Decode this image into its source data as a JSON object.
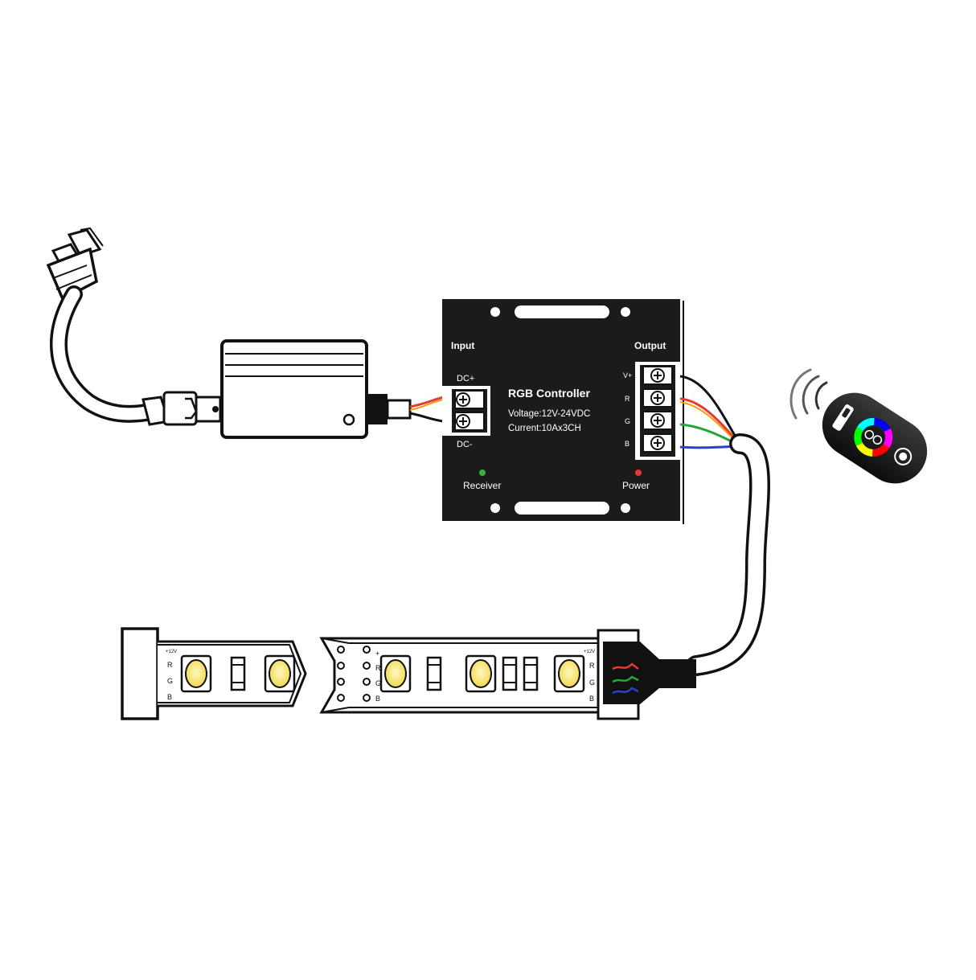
{
  "controller": {
    "title": "RGB Controller",
    "voltage": "Voltage:12V-24VDC",
    "current": "Current:10Ax3CH",
    "input_heading": "Input",
    "output_heading": "Output",
    "input_terminals": [
      "DC+",
      "DC-"
    ],
    "output_terminals": [
      "V+",
      "R",
      "G",
      "B"
    ],
    "receiver_label": "Receiver",
    "power_label": "Power",
    "receiver_led_color": "#3cb043",
    "power_led_color": "#e53935"
  },
  "strip": {
    "left_section": {
      "voltage_mark": "+12V",
      "pins": [
        "R",
        "G",
        "B"
      ]
    },
    "right_section_left_pins": [
      "+",
      "R",
      "G",
      "B"
    ],
    "right_section_right": {
      "voltage_mark": "+12V",
      "pins": [
        "R",
        "G",
        "B"
      ]
    },
    "led_color": "#f6e36a"
  },
  "wires": {
    "red": "#e53935",
    "orange": "#f59e0b",
    "green": "#22a83a",
    "blue": "#2b3fd6",
    "black": "#111111"
  },
  "remote": {
    "body_color": "#1a1a1a",
    "wheel_colors": [
      "#ff0000",
      "#ffff00",
      "#00ff00",
      "#00ffff",
      "#0000ff",
      "#ff00ff"
    ]
  }
}
